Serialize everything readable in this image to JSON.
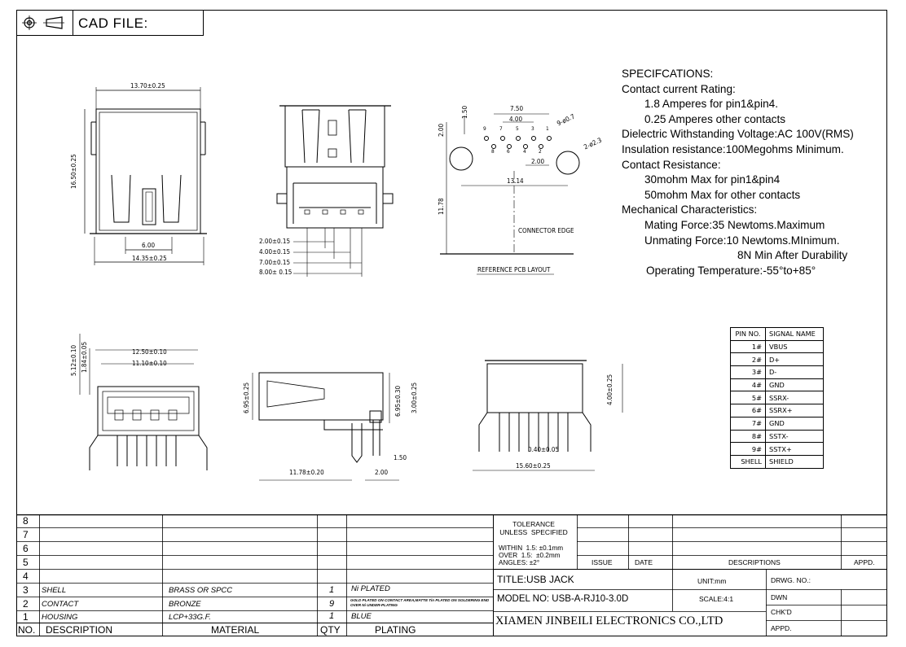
{
  "header": {
    "cad_label": "CAD FILE:"
  },
  "dimensions": {
    "d1": "13.70±0.25",
    "d2": "16.50±0.25",
    "d3": "6.00",
    "d4": "14.35±0.25",
    "d5": "2.00±0.15",
    "d6": "4.00±0.15",
    "d7": "7.00±0.15",
    "d8": "8.00± 0.15",
    "p1": "7.50",
    "p2": "4.00",
    "p3": "1.50",
    "p4": "2.00",
    "p5": "9-ø0.7",
    "p6": "2-ø2.3",
    "p7": "2.00",
    "p8": "13.14",
    "p9": "11.78",
    "connector_edge": "CONNECTOR EDGE",
    "ref_pcb": "REFERENCE PCB LAYOUT",
    "f1": "12.50±0.10",
    "f2": "11.10±0.10",
    "f3": "5.12±0.10",
    "f4": "1.84±0.05",
    "s1": "6.95±0.25",
    "s2": "6.95±0.30",
    "s3": "3.00±0.25",
    "s4": "1.50",
    "s5": "11.78±0.20",
    "s6": "2.00",
    "b1": "4.00±0.25",
    "b2": "0.40±0.05",
    "b3": "15.60±0.25",
    "pin_numbers": [
      "1",
      "2",
      "3",
      "4",
      "5",
      "6",
      "7",
      "8",
      "9"
    ]
  },
  "specifications": [
    "SPECIFCATIONS:",
    "Contact  current  Rating:",
    "1.8  Amperes  for  pin1&pin4.",
    "0.25  Amperes  other  contacts",
    "Dielectric  Withstanding  Voltage:AC  100V(RMS)",
    "Insulation  resistance:100Megohms  Minimum.",
    "Contact  Resistance:",
    "30mohm  Max  for  pin1&pin4",
    "50mohm  Max  for  other  contacts",
    "Mechanical  Characteristics:",
    "Mating  Force:35  Newtoms.Maximum",
    "Unmating  Force:10  Newtoms.MInimum.",
    "8N  Min  After  Durability",
    "Operating  Temperature:-55°to+85°"
  ],
  "pin_table": {
    "headers": [
      "PIN NO.",
      "SIGNAL  NAME"
    ],
    "rows": [
      [
        "1#",
        "VBUS"
      ],
      [
        "2#",
        "D+"
      ],
      [
        "3#",
        "D-"
      ],
      [
        "4#",
        "GND"
      ],
      [
        "5#",
        "SSRX-"
      ],
      [
        "6#",
        "SSRX+"
      ],
      [
        "7#",
        "GND"
      ],
      [
        "8#",
        "SSTX-"
      ],
      [
        "9#",
        "SSTX+"
      ],
      [
        "SHELL",
        "SHIELD"
      ]
    ]
  },
  "title_block": {
    "row_numbers": [
      "8",
      "7",
      "6",
      "5",
      "4",
      "3",
      "2",
      "1"
    ],
    "items": [
      {
        "desc": "SHELL",
        "material": "BRASS  OR  SPCC",
        "qty": "1",
        "plating": "Ni  PLATED"
      },
      {
        "desc": "CONTACT",
        "material": "BRONZE",
        "qty": "9",
        "plating": "GOLD PLATED ON CONTACT AREA,MATTE Tin PLATED ON SOLDERING END OVER Ni UNDER-PLATING"
      },
      {
        "desc": "HOUSING",
        "material": "LCP+33G.F.",
        "qty": "1",
        "plating": "BLUE"
      }
    ],
    "col_headers": {
      "no": "NO.",
      "desc": "DESCRIPTION",
      "material": "MATERIAL",
      "qty": "QTY",
      "plating": "PLATING"
    },
    "tolerance": "TOLERANCE\nUNLESS  SPECIFIED",
    "tol_values": "WITHIN  1.5: ±0.1mm\nOVER  1.5:  ±0.2mm\nANGLES: ±2°",
    "issue": "ISSUE",
    "date": "DATE",
    "descriptions": "DESCRIPTIONS",
    "appd": "APPD.",
    "title": "TITLE:USB  JACK",
    "unit": "UNIT:mm",
    "drwg_no": "DRWG.  NO.:",
    "model": "MODEL  NO:  USB-A-RJ10-3.0D",
    "scale": "SCALE:4:1",
    "dwn": "DWN",
    "chkd": "CHK'D",
    "appd2": "APPD.",
    "company": "XIAMEN JINBEILI ELECTRONICS CO.,LTD"
  }
}
